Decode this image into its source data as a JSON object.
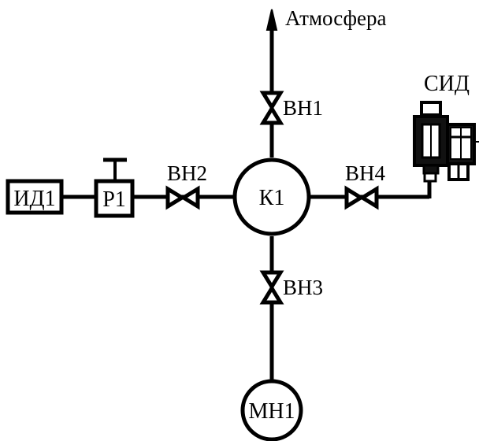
{
  "labels": {
    "atmosphere": "Атмосфера",
    "vn1": "ВН1",
    "vn2": "ВН2",
    "vn3": "ВН3",
    "vn4": "ВН4",
    "k1": "К1",
    "id1": "ИД1",
    "r1": "Р1",
    "mn1": "МН1",
    "sid": "СИД"
  },
  "colors": {
    "stroke": "#000000",
    "background": "#ffffff"
  }
}
